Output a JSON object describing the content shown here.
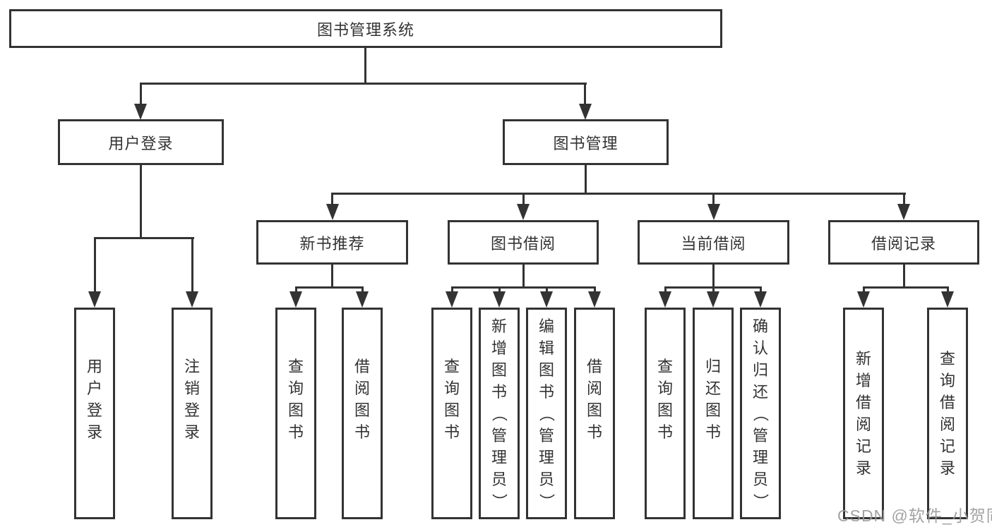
{
  "tree": {
    "label": "图书管理系统",
    "children": [
      {
        "label": "用户登录",
        "children": [
          {
            "label": "用户登录"
          },
          {
            "label": "注销登录"
          }
        ]
      },
      {
        "label": "图书管理",
        "children": [
          {
            "label": "新书推荐",
            "children": [
              {
                "label": "查询图书"
              },
              {
                "label": "借阅图书"
              }
            ]
          },
          {
            "label": "图书借阅",
            "children": [
              {
                "label": "查询图书"
              },
              {
                "label": "新增图书（管理员）"
              },
              {
                "label": "编辑图书（管理员）"
              },
              {
                "label": "借阅图书"
              }
            ]
          },
          {
            "label": "当前借阅",
            "children": [
              {
                "label": "查询图书"
              },
              {
                "label": "归还图书"
              },
              {
                "label": "确认归还（管理员）"
              }
            ]
          },
          {
            "label": "借阅记录",
            "children": [
              {
                "label": "新增借阅记录"
              },
              {
                "label": "查询借阅记录"
              }
            ]
          }
        ]
      }
    ]
  },
  "watermark": {
    "text": "CSDN @软件_小贺同学"
  },
  "colors": {
    "line": "#333333",
    "text": "#333333",
    "box_fill": "#ffffff",
    "watermark": "#9b9b9b",
    "background": "#ffffff"
  }
}
